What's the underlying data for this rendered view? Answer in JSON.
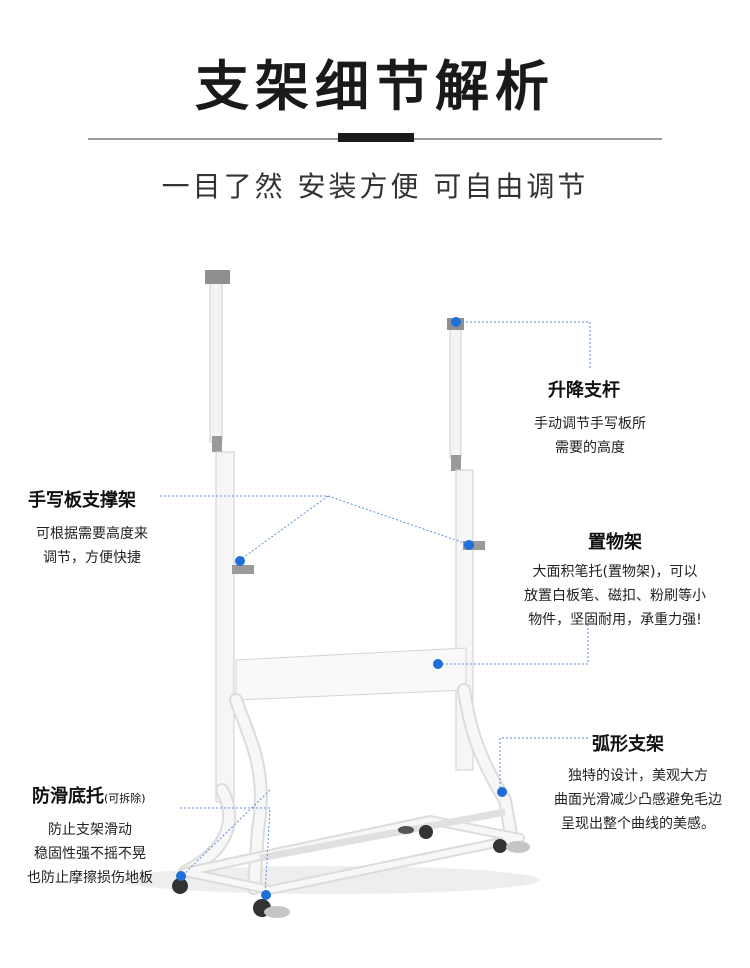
{
  "header": {
    "title": "支架细节解析",
    "subtitle": "一目了然 安装方便 可自由调节"
  },
  "callouts": {
    "lift_pole": {
      "title": "升降支杆",
      "desc": [
        "手动调节手写板所",
        "需要的高度"
      ]
    },
    "board_bracket": {
      "title": "手写板支撑架",
      "desc": [
        "可根据需要高度来",
        "调节，方便快捷"
      ]
    },
    "tray": {
      "title": "置物架",
      "desc": [
        "大面积笔托(置物架)，可以",
        "放置白板笔、磁扣、粉刷等小",
        "物件，坚固耐用，承重力强!"
      ]
    },
    "curved_frame": {
      "title": "弧形支架",
      "desc": [
        "独特的设计，美观大方",
        "曲面光滑减少凸感避免毛边",
        "呈现出整个曲线的美感。"
      ]
    },
    "foot_pad": {
      "title": "防滑底托",
      "title_note": "(可拆除)",
      "desc": [
        "防止支架滑动",
        "稳固性强不摇不晃",
        "也防止摩擦损伤地板"
      ]
    }
  },
  "colors": {
    "accent_dot": "#1e6fd8",
    "leader_line": "#5b8fd9",
    "frame": "#f2f2f2",
    "frame_edge": "#c9c9c9",
    "clamp": "#8f8f8f"
  },
  "icons": [
    "pointer-dot-icon"
  ]
}
